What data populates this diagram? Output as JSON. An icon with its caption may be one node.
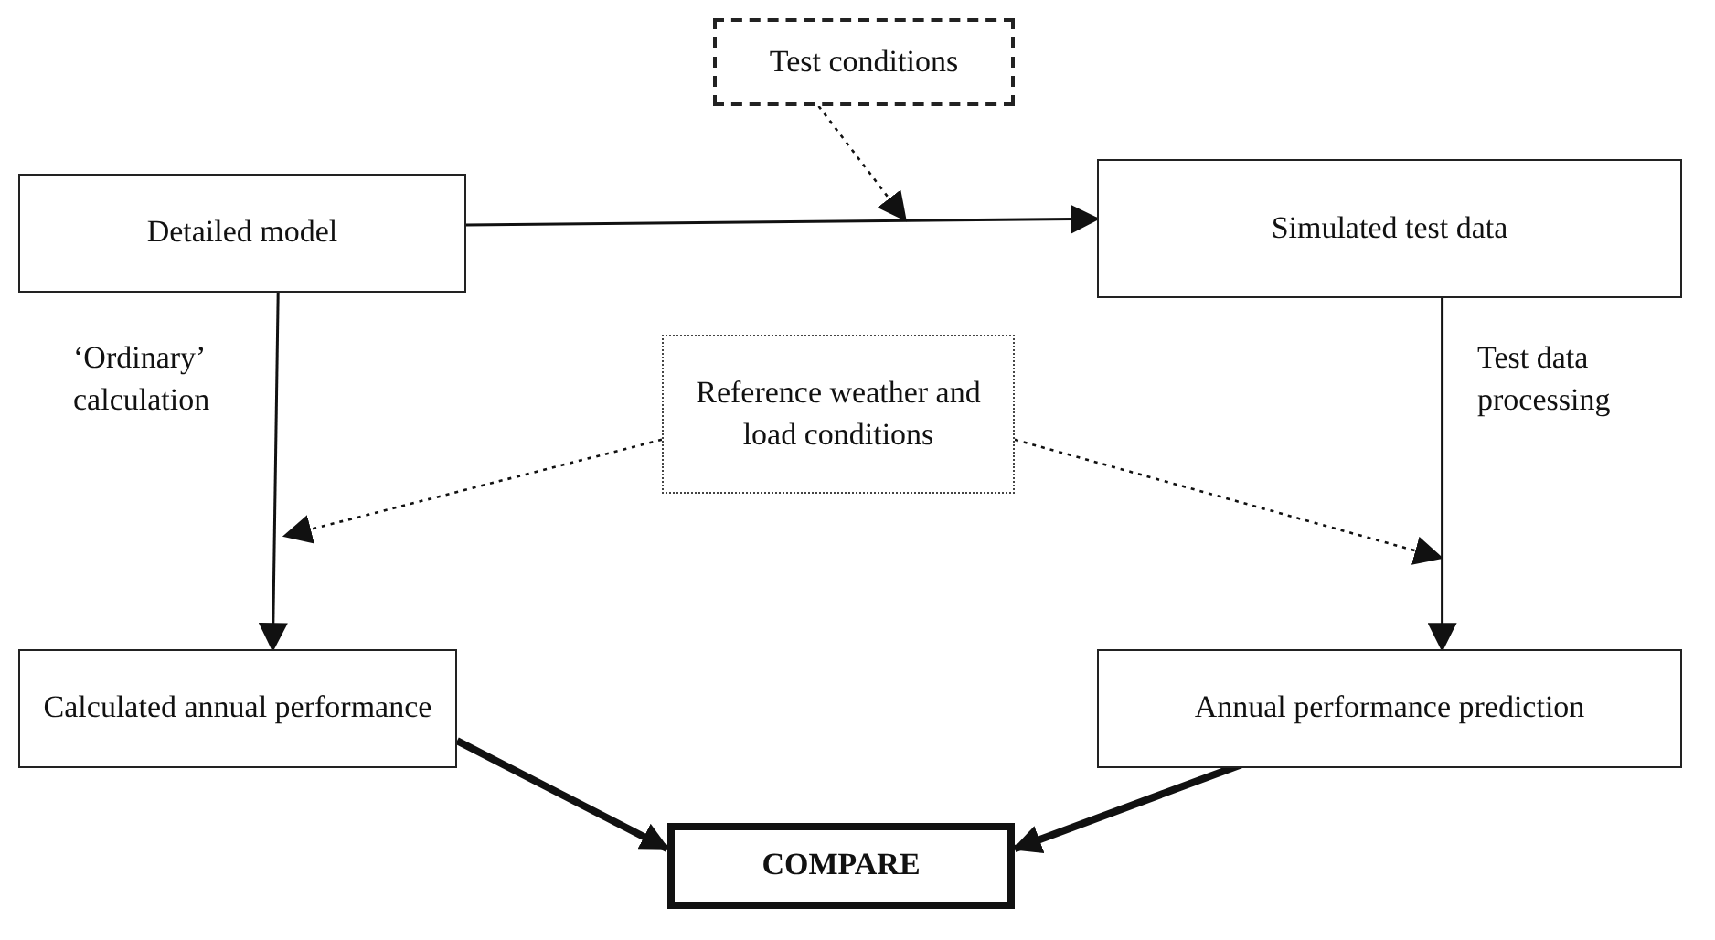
{
  "diagram": {
    "nodes": [
      {
        "text": [
          "Test conditions"
        ]
      },
      {
        "text": [
          "Detailed model"
        ]
      },
      {
        "text": [
          "Simulated test data"
        ]
      },
      {
        "text": [
          "Reference weather and load conditions"
        ]
      },
      {
        "text": [
          "Calculated annual performance"
        ]
      },
      {
        "text": [
          "Annual performance prediction"
        ]
      },
      {
        "text": [
          "COMPARE"
        ]
      }
    ],
    "edges": [
      {
        "from": 1,
        "to": 2,
        "arrow": "to"
      },
      {
        "from": 0,
        "to": null,
        "arrow": "to",
        "style": "dashed"
      },
      {
        "from": 1,
        "to": 4,
        "arrow": "to",
        "label": "‘Ordinary’ calculation"
      },
      {
        "from": 2,
        "to": 5,
        "arrow": "to",
        "label": "Test data processing"
      },
      {
        "from": 3,
        "to": null,
        "arrow": "to",
        "style": "dashed"
      },
      {
        "from": 3,
        "to": null,
        "arrow": "to",
        "style": "dashed"
      },
      {
        "from": 4,
        "to": 6,
        "arrow": "to",
        "style": "thick"
      },
      {
        "from": 5,
        "to": 6,
        "arrow": "to",
        "style": "thick"
      }
    ]
  }
}
